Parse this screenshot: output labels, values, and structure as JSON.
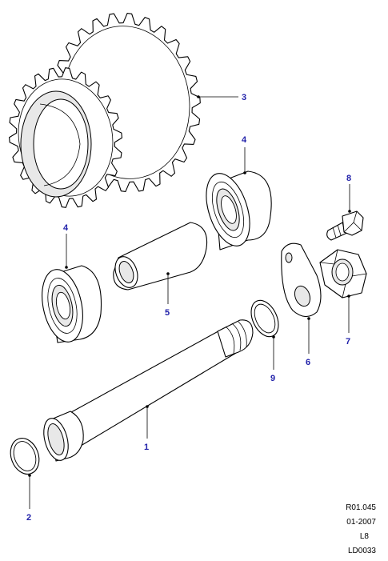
{
  "callouts": [
    {
      "id": "1",
      "label": "1"
    },
    {
      "id": "2",
      "label": "2"
    },
    {
      "id": "3",
      "label": "3"
    },
    {
      "id": "4a",
      "label": "4"
    },
    {
      "id": "4b",
      "label": "4"
    },
    {
      "id": "5",
      "label": "5"
    },
    {
      "id": "6",
      "label": "6"
    },
    {
      "id": "7",
      "label": "7"
    },
    {
      "id": "8",
      "label": "8"
    },
    {
      "id": "9",
      "label": "9"
    }
  ],
  "reference": {
    "line1": "R01.045",
    "line2": "01-2007",
    "line3": "L8",
    "line4": "LD0033"
  },
  "colors": {
    "callout_text": "#2222aa",
    "line_art": "#000000",
    "background": "#ffffff"
  }
}
